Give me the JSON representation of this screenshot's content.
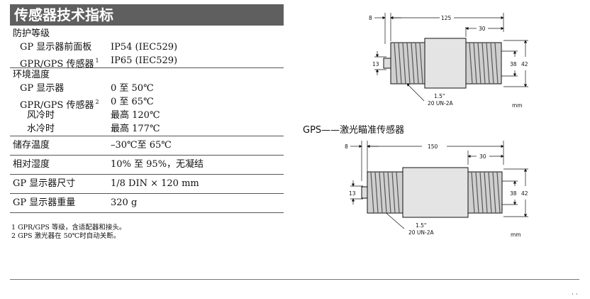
{
  "header": {
    "title": "传感器技术指标"
  },
  "spec": {
    "protection": {
      "label": "防护等级"
    },
    "gp_panel": {
      "label": "GP 显示器前面板",
      "value": "IP54 (IEC529)"
    },
    "gpr_gps_sensor": {
      "label": "GPR/GPS 传感器",
      "note": "1",
      "value": "IP65 (IEC529)"
    },
    "ambient": {
      "label": "环境温度"
    },
    "gp_display": {
      "label": "GP 显示器",
      "value": "0 至 50℃"
    },
    "gpr_gps_sensor2": {
      "label": "GPR/GPS 传感器",
      "note": "2",
      "value": "0 至 65℃"
    },
    "air_cooled": {
      "label": "风冷时",
      "value": "最高 120℃"
    },
    "water_cooled": {
      "label": "水冷时",
      "value": "最高 177℃"
    },
    "storage": {
      "label": "储存温度",
      "value": "–30℃至 65℃"
    },
    "humidity": {
      "label": "相对湿度",
      "value": "10% 至 95%，无凝结"
    },
    "size": {
      "label": "GP 显示器尺寸",
      "value": "1/8 DIN × 120 mm"
    },
    "weight": {
      "label": "GP 显示器重量",
      "value": "320 g"
    }
  },
  "notes": [
    "1 GPR/GPS 等级，含适配器和接头。",
    "2 GPS 激光器在 50℃时自动关断。"
  ],
  "diagram1": {
    "dims": {
      "a": "8",
      "b": "125",
      "c": "30",
      "d": "13",
      "e": "38",
      "f": "42",
      "thread1": "1.5\"",
      "thread2": "20 UN-2A",
      "unit": "mm"
    }
  },
  "diagram2": {
    "title": "GPS——激光瞄准传感器",
    "dims": {
      "a": "8",
      "b": "150",
      "c": "30",
      "d": "13",
      "e": "38",
      "f": "42",
      "thread1": "1.5\"",
      "thread2": "20 UN-2A",
      "unit": "mm"
    }
  },
  "footer": {
    "corner": "· ·"
  }
}
